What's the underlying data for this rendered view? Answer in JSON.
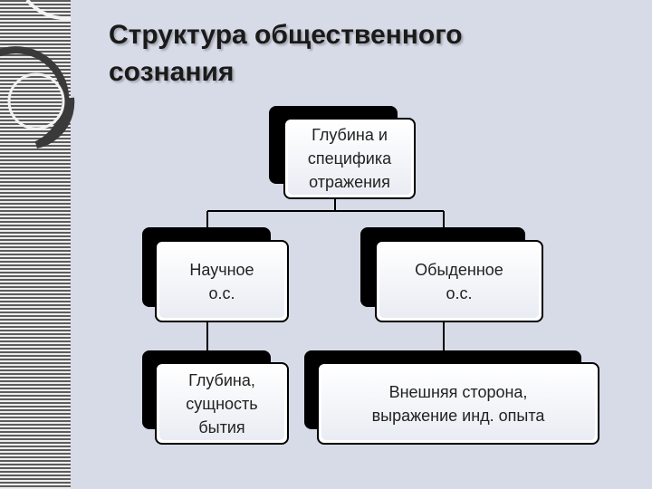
{
  "title": {
    "line1": "Структура общественного",
    "line2": "сознания"
  },
  "nodes": {
    "root": {
      "lines": [
        "Глубина и",
        "специфика",
        "отражения"
      ]
    },
    "left": {
      "lines": [
        "Научное",
        "о.с."
      ]
    },
    "right": {
      "lines": [
        "Обыденное",
        "о.с."
      ]
    },
    "left_child": {
      "lines": [
        "Глубина,",
        "сущность",
        "бытия"
      ]
    },
    "right_child": {
      "lines": [
        "Внешняя сторона,",
        "выражение инд. опыта"
      ]
    }
  },
  "colors": {
    "background": "#d7dbe7",
    "stripe_dark": "#5c5c5c",
    "stripe_light": "#ededed",
    "line": "#000000"
  }
}
